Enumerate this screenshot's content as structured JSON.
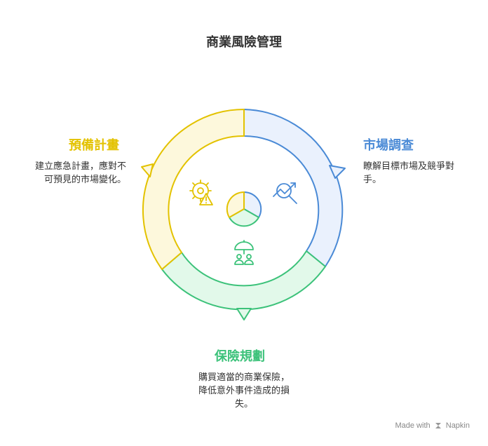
{
  "title": "商業風險管理",
  "sections": {
    "contingency": {
      "title": "預備計畫",
      "desc_lines": [
        "建立應急計畫，應對不",
        "可預見的市場變化。"
      ],
      "color": "#e3c200"
    },
    "research": {
      "title": "市場調查",
      "desc_lines": [
        "瞭解目標市場及競爭對",
        "手。"
      ],
      "color": "#4a8ad6"
    },
    "insurance": {
      "title": "保險規劃",
      "desc_lines": [
        "購買適當的商業保險，",
        "降低意外事件造成的損",
        "失。"
      ],
      "color": "#3cc27a"
    }
  },
  "footer": {
    "made_with": "Made with",
    "brand": "Napkin"
  },
  "icons": {
    "contingency": "gear-warning-icon",
    "research": "magnifier-trend-icon",
    "insurance": "umbrella-people-icon"
  }
}
